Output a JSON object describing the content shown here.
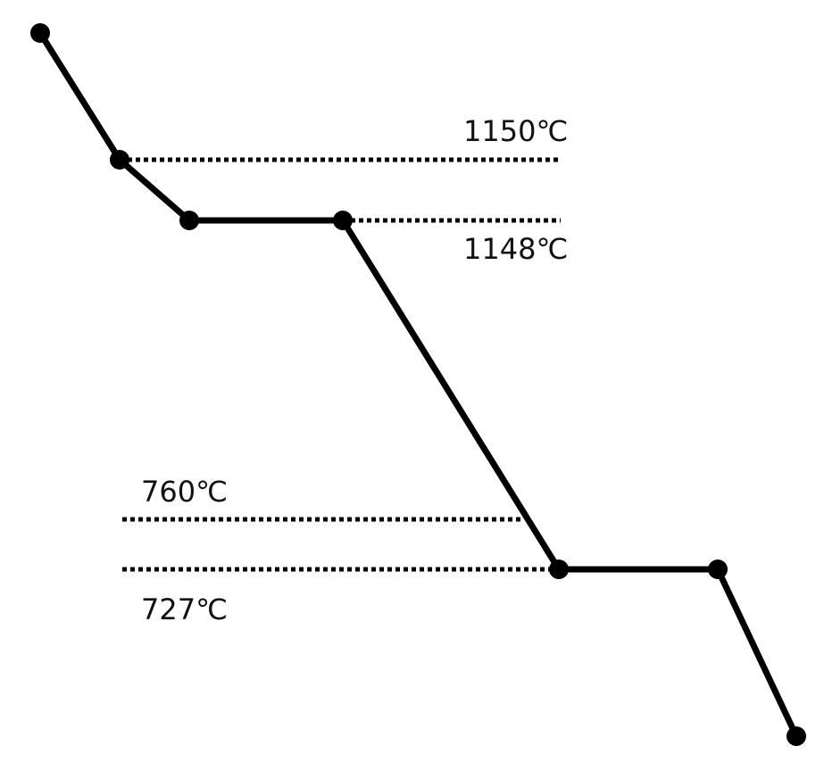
{
  "diagram": {
    "reference_lines": [
      {
        "label": "1150℃"
      },
      {
        "label": "1148℃"
      },
      {
        "label": "760℃"
      },
      {
        "label": "727℃"
      }
    ],
    "colors": {
      "line": "#000000",
      "text": "#111111",
      "background": "#ffffff"
    }
  }
}
